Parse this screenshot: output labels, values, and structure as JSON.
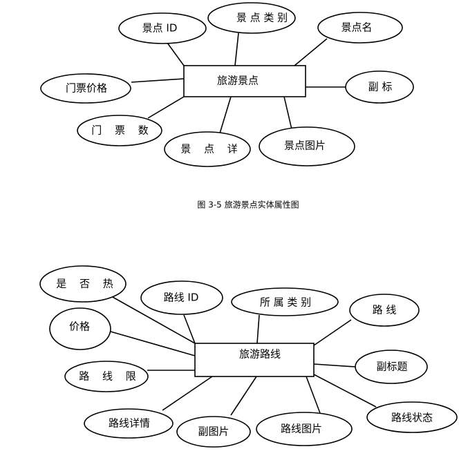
{
  "diagram1": {
    "entity": "旅游景点",
    "attributes": {
      "spot_id": "景点 ID",
      "spot_category": "景 点 类 别",
      "spot_name": "景点名",
      "ticket_price": "门票价格",
      "subtitle": "副 标",
      "ticket_count": "门 票 数",
      "spot_detail": "景 点 详",
      "spot_image": "景点图片"
    },
    "caption": "图 3-5 旅游景点实体属性图"
  },
  "diagram2": {
    "entity": "旅游路线",
    "attributes": {
      "is_hot": "是 否 热",
      "route_id": "路线 ID",
      "category": "所 属 类 别",
      "route": "路  线",
      "price": "价格",
      "subtitle": "副标题",
      "route_limit": "路 线 限",
      "route_detail": "路线详情",
      "sub_image": "副图片",
      "route_image": "路线图片",
      "route_status": "路线状态"
    }
  }
}
